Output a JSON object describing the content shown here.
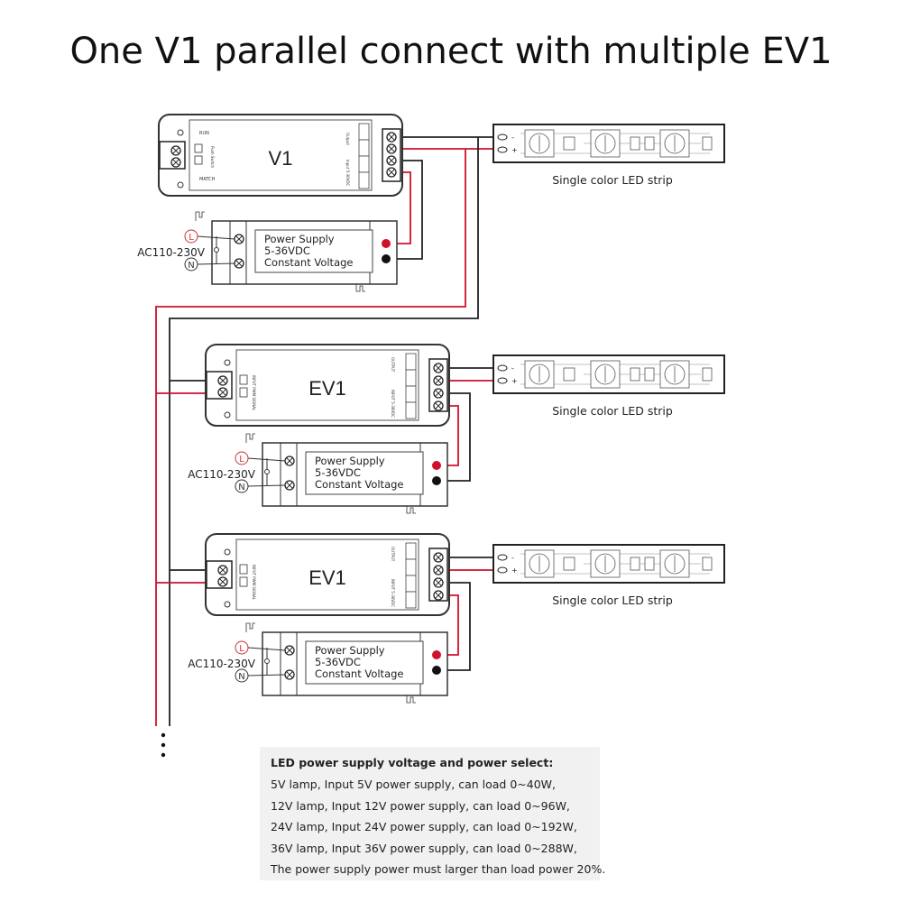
{
  "title": "One V1 parallel connect with multiple EV1",
  "colors": {
    "live_wire": "#d0112b",
    "neutral_wire": "#222222",
    "note_background": "#f1f1f1"
  },
  "master": {
    "label": "V1",
    "run_label": "RUN",
    "match_label": "MATCH",
    "switch_label": "Push Switch",
    "output_label": "Output",
    "input_label": "Input 5-36VDC",
    "terminal_minus": "-",
    "terminal_plus": "+"
  },
  "slaves": [
    {
      "label": "EV1"
    },
    {
      "label": "EV1"
    }
  ],
  "slave_labels": {
    "pwm_label": "INPUT PWM SIGNAL",
    "output_label": "OUTPUT",
    "input_label": "INPUT 5-36VDC"
  },
  "power_supply": {
    "line1": "Power Supply",
    "line2": "5-36VDC",
    "line3": "Constant Voltage",
    "ac_label": "AC110-230V",
    "live": "L",
    "neutral": "N"
  },
  "strip": {
    "label": "Single color LED strip",
    "minus": "-",
    "plus": "+"
  },
  "continuation": "⋮",
  "note": {
    "heading": "LED power supply voltage and power select:",
    "lines": [
      "5V lamp, Input 5V power supply, can load 0~40W,",
      "12V lamp, Input 12V power supply, can load 0~96W,",
      "24V lamp, Input 24V power supply, can load 0~192W,",
      "36V lamp, Input 36V power supply, can load 0~288W,",
      "The power supply power must larger than load power 20%."
    ]
  }
}
